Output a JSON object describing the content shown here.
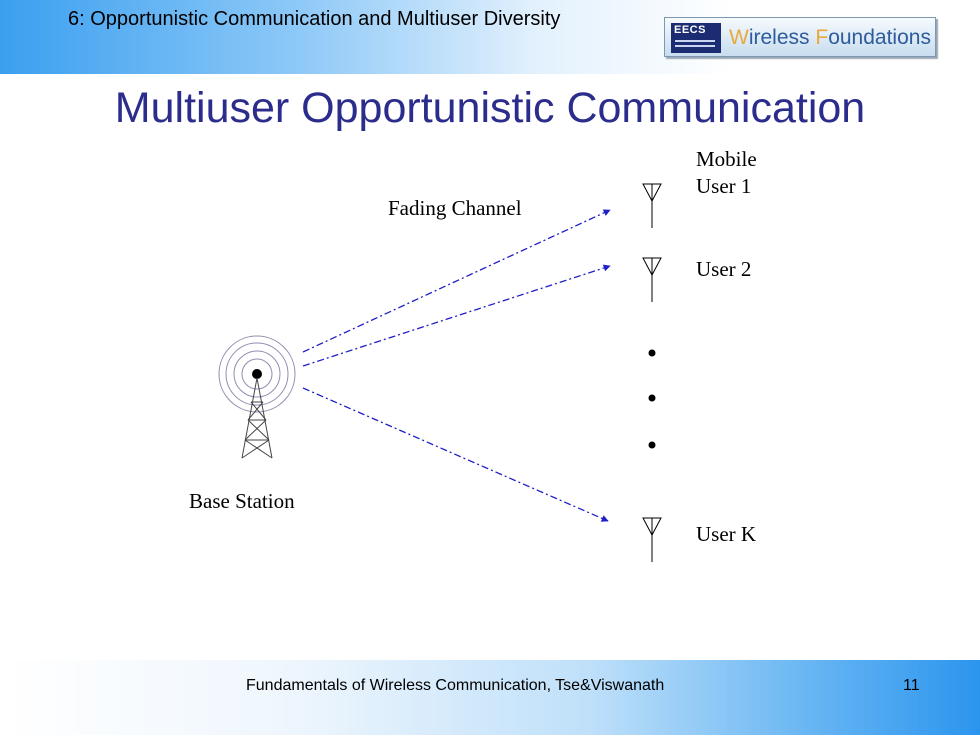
{
  "header": {
    "chapter_title": "6: Opportunistic Communication and Multiuser Diversity",
    "logo_badge": "EECS",
    "logo_text_w": "W",
    "logo_text_ireless": "ireless ",
    "logo_text_f": "F",
    "logo_text_oundations": "oundations"
  },
  "slide": {
    "title": "Multiuser Opportunistic Communication"
  },
  "diagram": {
    "mobile_label": "Mobile",
    "users": [
      "User 1",
      "User 2",
      "User K"
    ],
    "channel_label": "Fading Channel",
    "base_station_label": "Base Station",
    "link_color": "#1f1fc8"
  },
  "footer": {
    "text": "Fundamentals of Wireless Communication, Tse&Viswanath",
    "page_number": "11"
  }
}
